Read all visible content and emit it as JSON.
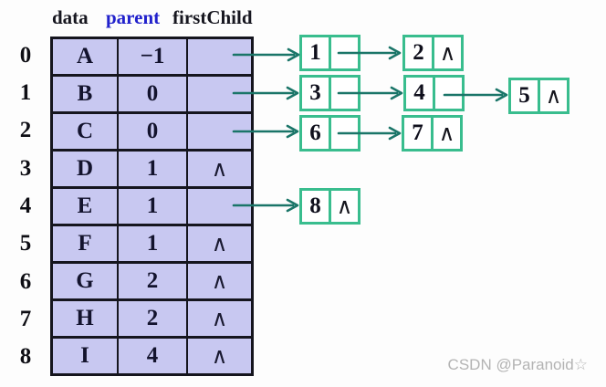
{
  "header": {
    "data": "data",
    "parent": "parent",
    "firstChild": "firstChild"
  },
  "null_symbol": "∧",
  "table": {
    "rows": [
      {
        "index": "0",
        "data": "A",
        "parent": "−1",
        "firstChild": ""
      },
      {
        "index": "1",
        "data": "B",
        "parent": "0",
        "firstChild": ""
      },
      {
        "index": "2",
        "data": "C",
        "parent": "0",
        "firstChild": ""
      },
      {
        "index": "3",
        "data": "D",
        "parent": "1",
        "firstChild": "∧"
      },
      {
        "index": "4",
        "data": "E",
        "parent": "1",
        "firstChild": ""
      },
      {
        "index": "5",
        "data": "F",
        "parent": "1",
        "firstChild": "∧"
      },
      {
        "index": "6",
        "data": "G",
        "parent": "2",
        "firstChild": "∧"
      },
      {
        "index": "7",
        "data": "H",
        "parent": "2",
        "firstChild": "∧"
      },
      {
        "index": "8",
        "data": "I",
        "parent": "4",
        "firstChild": "∧"
      }
    ]
  },
  "lists": [
    {
      "owner_row": "0",
      "nodes": [
        {
          "value": "1",
          "next": ""
        },
        {
          "value": "2",
          "next": "∧"
        }
      ]
    },
    {
      "owner_row": "1",
      "nodes": [
        {
          "value": "3",
          "next": ""
        },
        {
          "value": "4",
          "next": ""
        },
        {
          "value": "5",
          "next": "∧"
        }
      ]
    },
    {
      "owner_row": "2",
      "nodes": [
        {
          "value": "6",
          "next": ""
        },
        {
          "value": "7",
          "next": "∧"
        }
      ]
    },
    {
      "owner_row": "4",
      "nodes": [
        {
          "value": "8",
          "next": "∧"
        }
      ]
    }
  ],
  "colors": {
    "cell_background": "#c8c8f1",
    "table_border": "#15151e",
    "node_border": "#39bd8e",
    "arrow": "#1a7568",
    "parent_header_blue": "#2121cc",
    "text_dark": "#13132d",
    "watermark_gray": "#b3b3b3"
  },
  "watermark": "CSDN @Paranoid☆"
}
